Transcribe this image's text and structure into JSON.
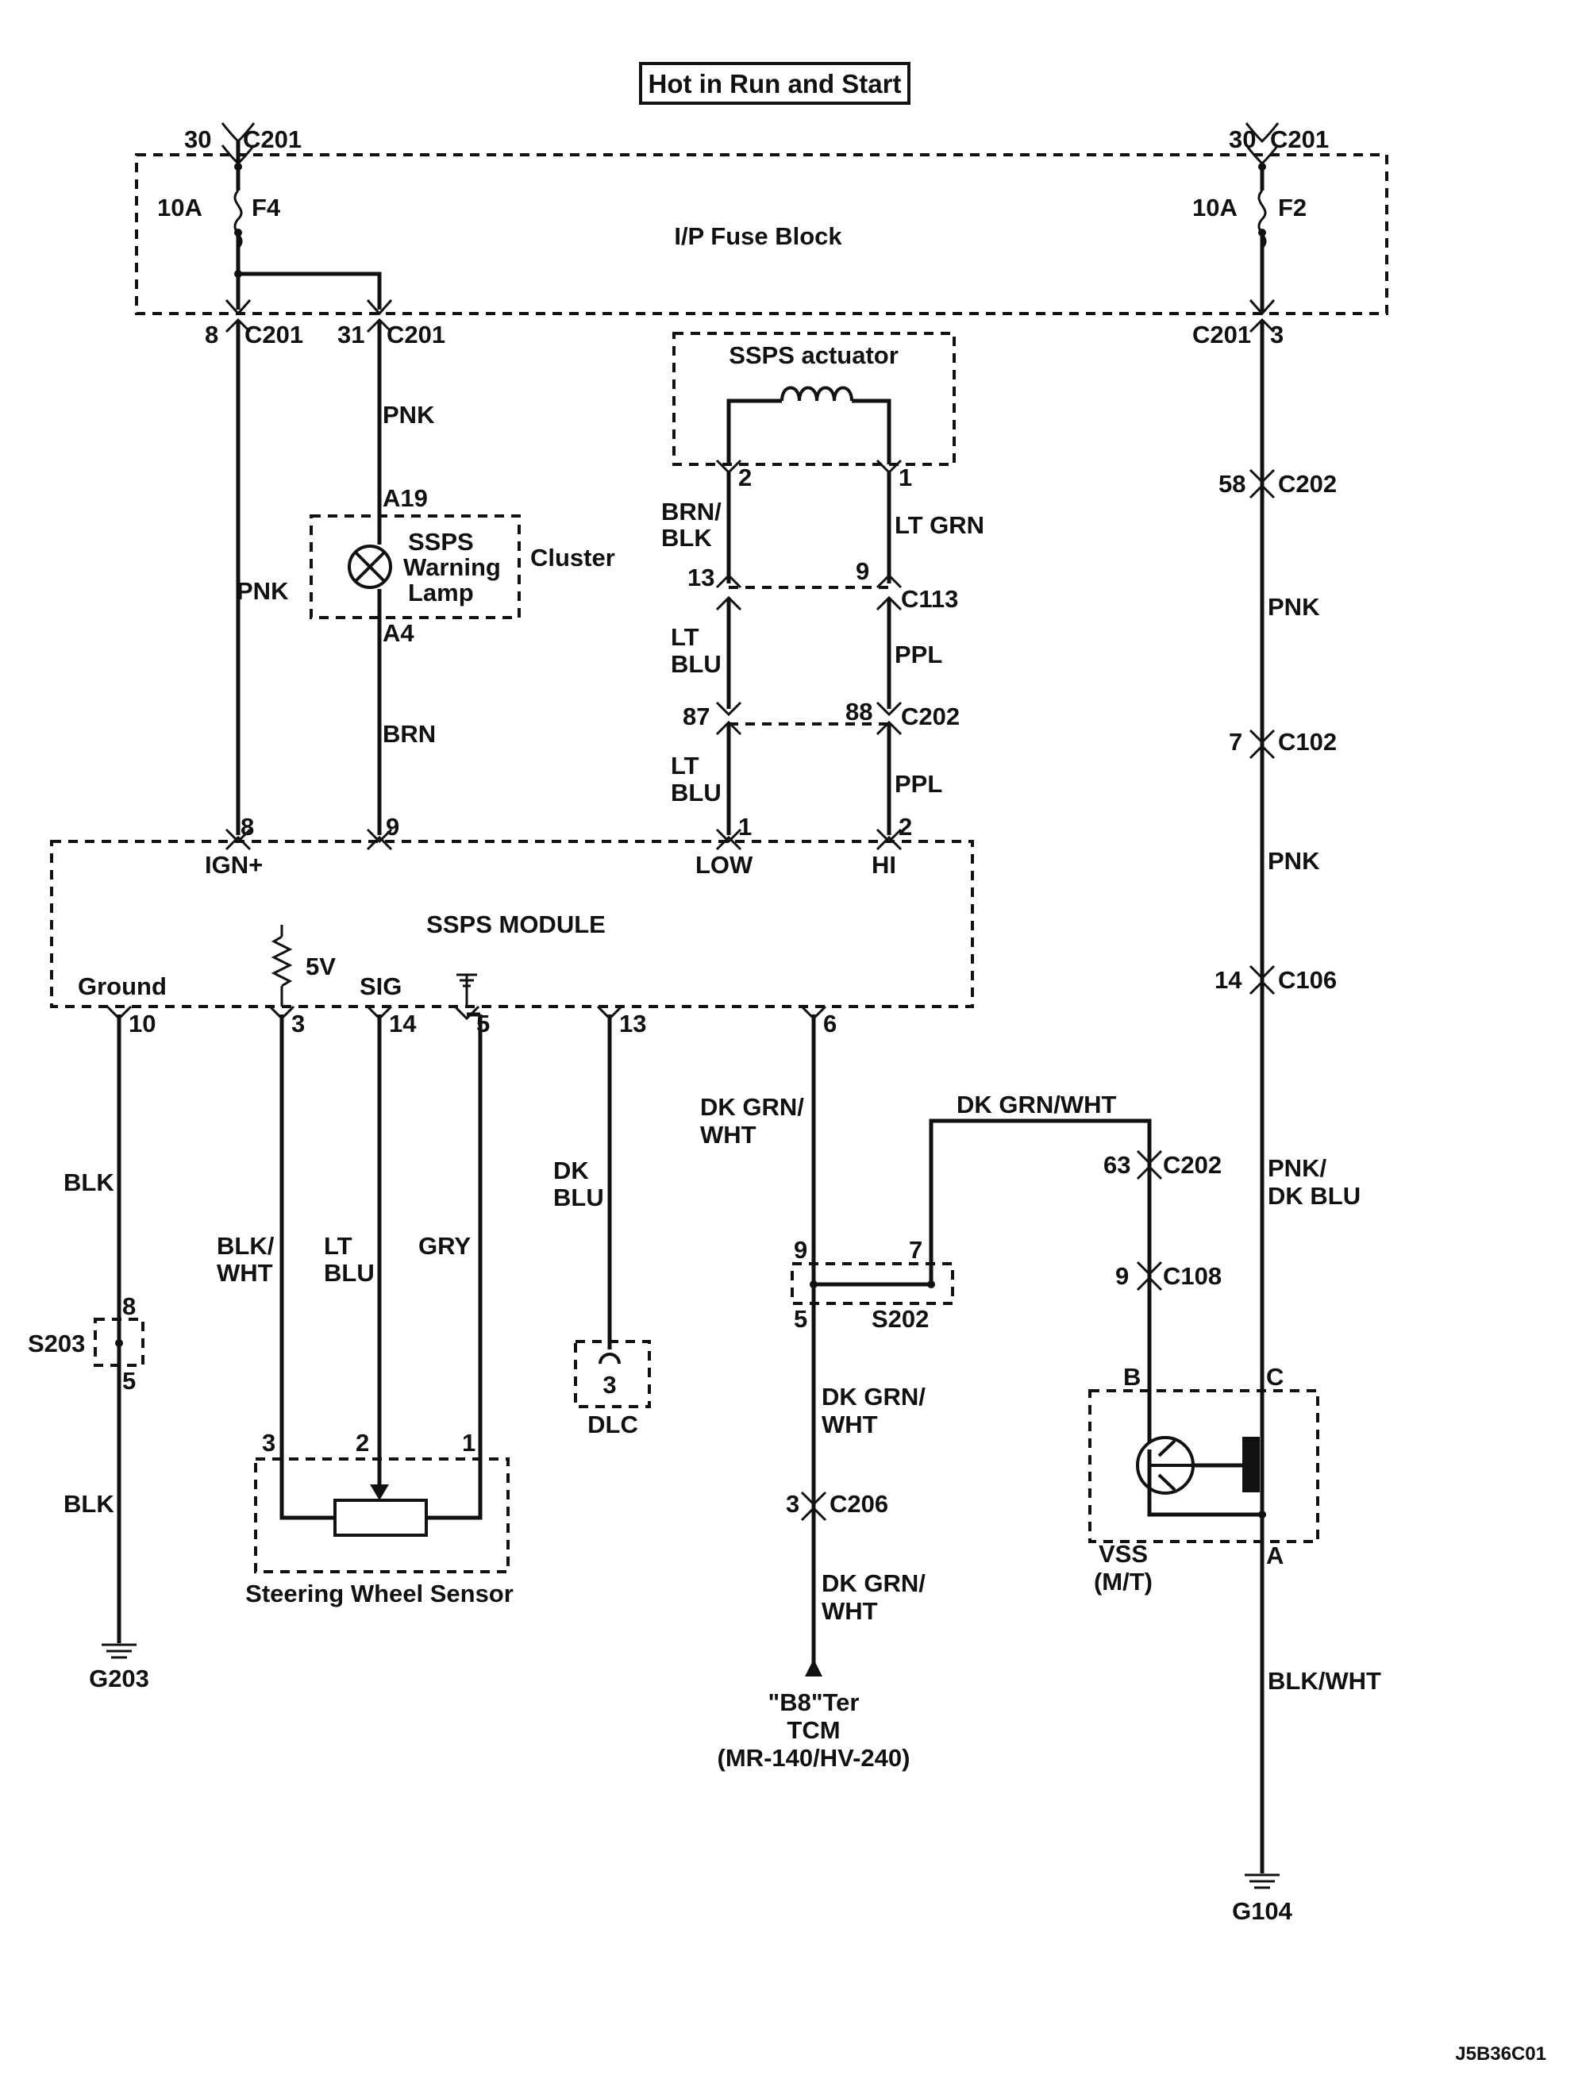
{
  "header_label": "Hot in Run and Start",
  "fuse_block": {
    "name": "I/P Fuse Block",
    "fuse_left": {
      "pin_in": "30",
      "connector_in": "C201",
      "rating": "10A",
      "fuse": "F4"
    },
    "fuse_right": {
      "pin_in": "30",
      "connector_in": "C201",
      "rating": "10A",
      "fuse": "F2"
    },
    "out_left_a": {
      "pin": "8",
      "connector": "C201"
    },
    "out_left_b": {
      "pin": "31",
      "connector": "C201"
    },
    "out_right": {
      "connector": "C201",
      "pin": "3"
    }
  },
  "cluster": {
    "name": "Cluster",
    "lamp_line1": "SSPS",
    "lamp_line2": "Warning",
    "lamp_line3": "Lamp",
    "pin_in": "A19",
    "pin_out": "A4"
  },
  "actuator": {
    "name": "SSPS actuator",
    "pin_left": "2",
    "pin_right": "1",
    "c113_left_pin": "13",
    "c113_right_pin": "9",
    "c113": "C113",
    "c202_left_pin": "87",
    "c202_right_pin": "88",
    "c202": "C202"
  },
  "module": {
    "name": "SSPS MODULE",
    "pin_ign_num": "8",
    "pin_ign_label": "IGN+",
    "pin_lamp_num": "9",
    "pin_low_num": "1",
    "pin_low_label": "LOW",
    "pin_hi_num": "2",
    "pin_hi_label": "HI",
    "ground_label": "Ground",
    "ground_pin": "10",
    "ref_label": "5V",
    "ref_pin": "3",
    "sig_label": "SIG",
    "sig_pin": "14",
    "low_ref_pin": "5",
    "dlc_pin": "13",
    "tcm_pin": "6"
  },
  "wires": {
    "pnk_a": "PNK",
    "pnk_b": "PNK",
    "brn": "BRN",
    "brn_blk_1": "BRN/",
    "brn_blk_2": "BLK",
    "lt_grn": "LT GRN",
    "lt_blu_1a": "LT",
    "lt_blu_1b": "BLU",
    "lt_blu_2a": "LT",
    "lt_blu_2b": "BLU",
    "ppl_1": "PPL",
    "ppl_2": "PPL",
    "pnk_r1": "PNK",
    "pnk_r2": "PNK",
    "pnk_dkblu_1": "PNK/",
    "pnk_dkblu_2": "DK BLU",
    "blk_1": "BLK",
    "blk_2": "BLK",
    "blk_wht_1": "BLK/",
    "blk_wht_2": "WHT",
    "ltblu_s1": "LT",
    "ltblu_s2": "BLU",
    "gry": "GRY",
    "dkblu_1": "DK",
    "dkblu_2": "BLU",
    "dkgrnwht_a1": "DK GRN/",
    "dkgrnwht_a2": "WHT",
    "dkgrnwht_top": "DK GRN/WHT",
    "dkgrnwht_b1": "DK GRN/",
    "dkgrnwht_b2": "WHT",
    "dkgrnwht_c1": "DK GRN/",
    "dkgrnwht_c2": "WHT",
    "blkwht_r": "BLK/WHT"
  },
  "right_connectors": {
    "c202_pin": "58",
    "c202": "C202",
    "c102_pin": "7",
    "c102": "C102",
    "c106_pin": "14",
    "c106": "C106",
    "c202b_pin": "63",
    "c202b": "C202",
    "c108_pin": "9",
    "c108": "C108"
  },
  "splices": {
    "s203": "S203",
    "s203_top": "8",
    "s203_bot": "5",
    "s202": "S202",
    "s202_left_top": "9",
    "s202_right_top": "7",
    "s202_left_bot": "5"
  },
  "sensor": {
    "name": "Steering Wheel Sensor",
    "pin3": "3",
    "pin2": "2",
    "pin1": "1"
  },
  "dlc": {
    "name": "DLC",
    "pin": "3"
  },
  "tcm": {
    "c206_pin": "3",
    "c206": "C206",
    "line1": "\"B8\"Ter",
    "line2": "TCM",
    "line3": "(MR-140/HV-240)"
  },
  "vss": {
    "name_line1": "VSS",
    "name_line2": "(M/T)",
    "pin_b": "B",
    "pin_c": "C",
    "pin_a": "A"
  },
  "grounds": {
    "left": "G203",
    "right": "G104"
  },
  "figure_code": "J5B36C01"
}
